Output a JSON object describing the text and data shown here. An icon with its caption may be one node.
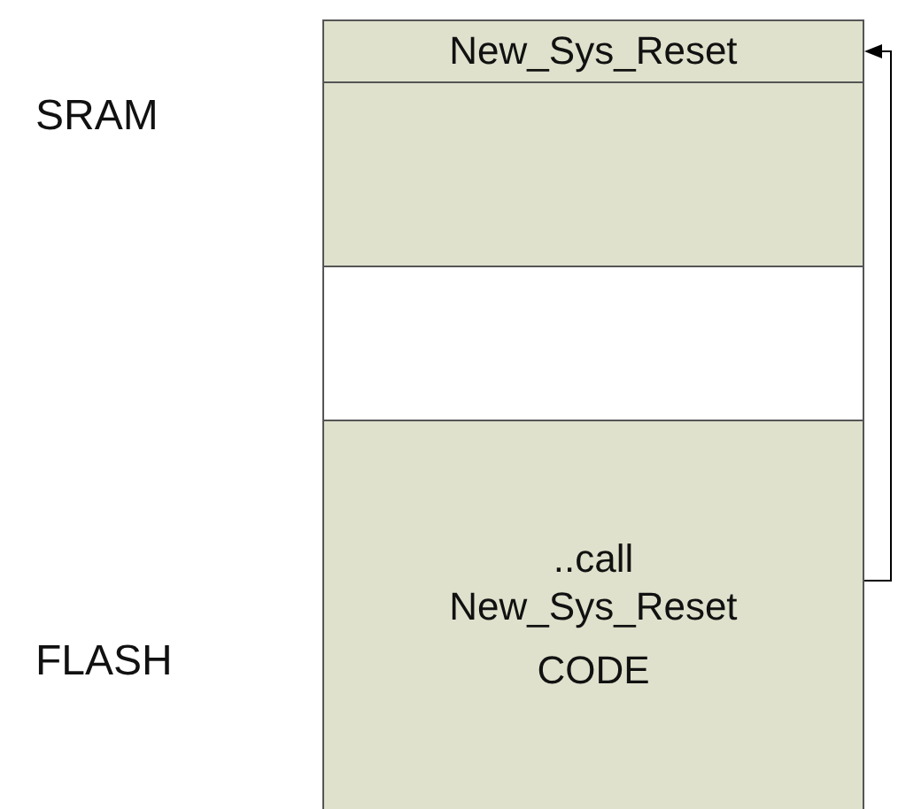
{
  "diagram": {
    "nodes": [
      {
        "text": [
          "New_Sys_Reset"
        ]
      },
      {
        "text": [],
        "shape": "box"
      },
      {
        "text": [],
        "shape": "box"
      },
      {
        "text": [
          "..call New_Sys_Reset",
          "CODE"
        ]
      }
    ],
    "edges": [
      {
        "from": 3,
        "to": 0,
        "arrow": "to"
      }
    ],
    "labels": [
      "SRAM",
      "FLASH"
    ]
  }
}
